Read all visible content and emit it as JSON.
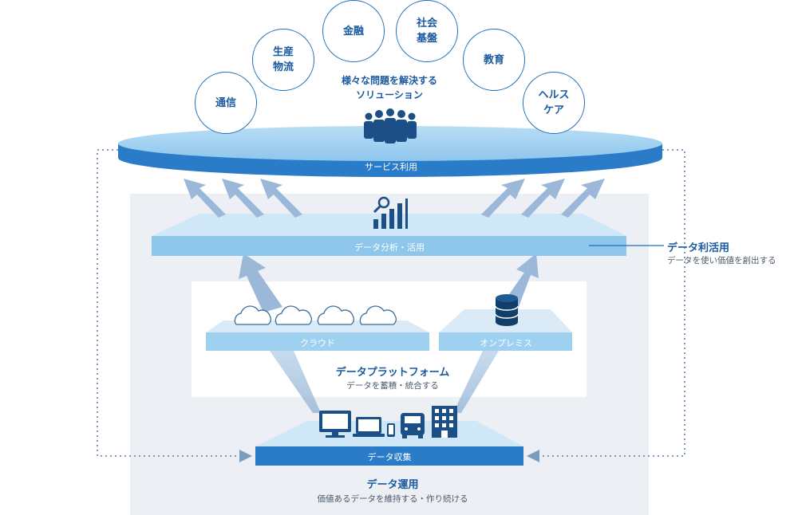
{
  "bubbles": [
    {
      "label": "通信"
    },
    {
      "label": "生産\n物流"
    },
    {
      "label": "金融"
    },
    {
      "label": "社会\n基盤"
    },
    {
      "label": "教育"
    },
    {
      "label": "ヘルス\nケア"
    }
  ],
  "solution": {
    "line1": "様々な問題を解決する",
    "line2": "ソリューション"
  },
  "service": {
    "label": "サービス利用"
  },
  "analytics": {
    "label": "データ分析・活用"
  },
  "platform_bars": {
    "cloud": "クラウド",
    "onpremise": "オンプレミス"
  },
  "platform": {
    "title": "データプラットフォーム",
    "subtitle": "データを蓄積・統合する"
  },
  "collection": {
    "label": "データ収集"
  },
  "operation": {
    "title": "データ運用",
    "subtitle": "価値あるデータを維持する・作り続ける"
  },
  "utilization": {
    "title": "データ利活用",
    "subtitle": "データを使い価値を創出する"
  },
  "colors": {
    "accent": "#1f6fb8",
    "dark_blue": "#2a7bc8",
    "light_blue": "#9ed0f0",
    "pale_blue": "#cfe7f7",
    "panel_gray": "#eceff4",
    "arrow": "#9bb8d8",
    "text_blue": "#1a5aa0"
  },
  "icons": [
    "people-icon",
    "analytics-chart-icon",
    "cloud-icon",
    "database-icon",
    "monitor-icon",
    "laptop-icon",
    "smartphone-icon",
    "truck-icon",
    "building-icon"
  ]
}
